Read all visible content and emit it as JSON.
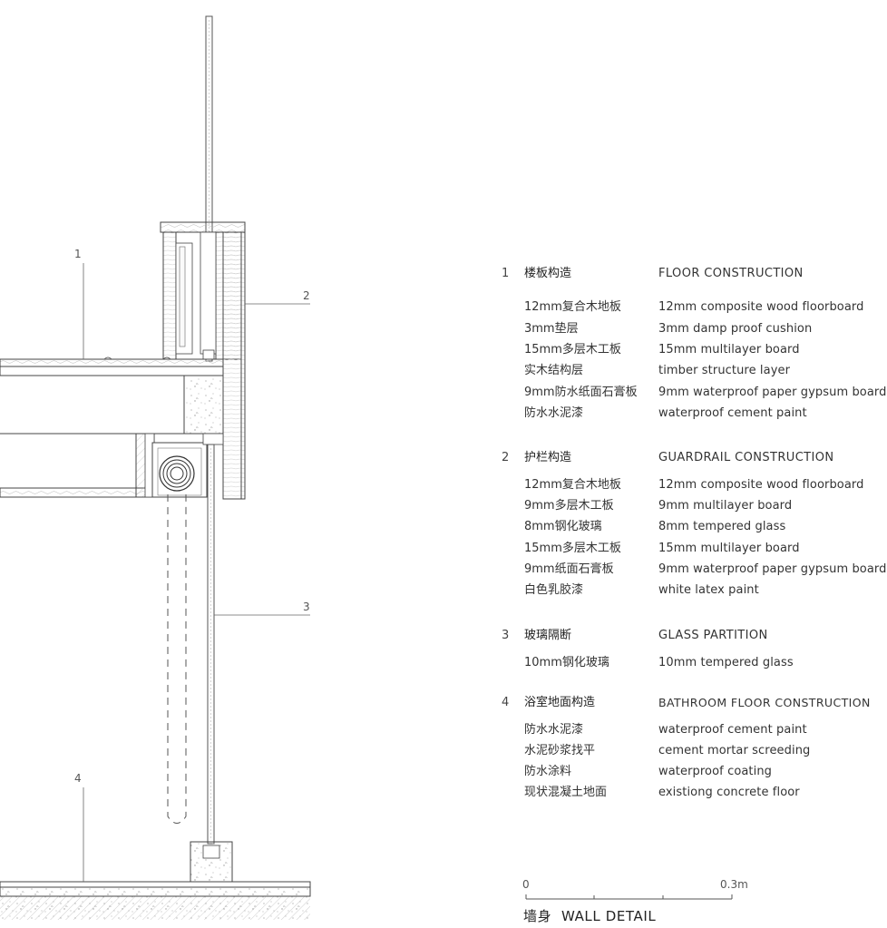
{
  "callouts": [
    "1",
    "2",
    "3",
    "4"
  ],
  "sections": [
    {
      "number": "1",
      "heading_zh": "楼板构造",
      "heading_en": "FLOOR CONSTRUCTION",
      "items": [
        {
          "zh": "12mm复合木地板",
          "en": "12mm composite  wood floorboard"
        },
        {
          "zh": "3mm垫层",
          "en": "3mm damp proof cushion"
        },
        {
          "zh": "15mm多层木工板",
          "en": "15mm multilayer board"
        },
        {
          "zh": "实木结构层",
          "en": "timber structure layer"
        },
        {
          "zh": "9mm防水纸面石膏板",
          "en": "9mm waterproof paper gypsum board"
        },
        {
          "zh": "防水水泥漆",
          "en": "waterproof cement paint"
        }
      ]
    },
    {
      "number": "2",
      "heading_zh": "护栏构造",
      "heading_en": "GUARDRAIL CONSTRUCTION",
      "items": [
        {
          "zh": "12mm复合木地板",
          "en": "12mm composite  wood floorboard"
        },
        {
          "zh": "9mm多层木工板",
          "en": "9mm multilayer board"
        },
        {
          "zh": "8mm钢化玻璃",
          "en": "8mm tempered glass"
        },
        {
          "zh": "15mm多层木工板",
          "en": "15mm multilayer board"
        },
        {
          "zh": "9mm纸面石膏板",
          "en": "9mm waterproof paper gypsum board"
        },
        {
          "zh": "白色乳胶漆",
          "en": "white latex paint"
        }
      ]
    },
    {
      "number": "3",
      "heading_zh": "玻璃隔断",
      "heading_en": "GLASS PARTITION",
      "items": [
        {
          "zh": "10mm钢化玻璃",
          "en": "10mm tempered glass"
        }
      ]
    },
    {
      "number": "4",
      "heading_zh": "浴室地面构造",
      "heading_en": "BATHROOM FLOOR CONSTRUCTION",
      "items": [
        {
          "zh": "防水水泥漆",
          "en": "waterproof cement paint"
        },
        {
          "zh": "水泥砂浆找平",
          "en": "cement mortar screeding"
        },
        {
          "zh": "防水涂料",
          "en": "waterproof coating"
        },
        {
          "zh": "现状混凝土地面",
          "en": "existiong concrete floor"
        }
      ]
    }
  ],
  "scale": {
    "start": "0",
    "end": "0.3m"
  },
  "title": {
    "zh": "墙身",
    "en": "WALL DETAIL"
  }
}
